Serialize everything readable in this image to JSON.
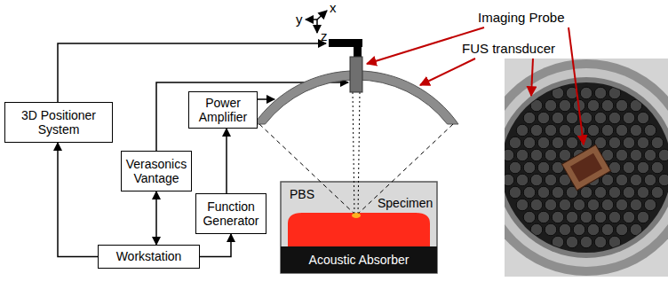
{
  "diagram": {
    "nodes": [
      {
        "text": [
          "3D Positioner System"
        ]
      },
      {
        "text": [
          "Power Amplifier"
        ]
      },
      {
        "text": [
          "Verasonics Vantage"
        ]
      },
      {
        "text": [
          "Function Generator"
        ]
      },
      {
        "text": [
          "Workstation"
        ]
      }
    ],
    "edges": [
      {
        "from": 4,
        "to": 0,
        "arrow": "to"
      },
      {
        "from": 4,
        "to": 2,
        "arrow": "both"
      },
      {
        "from": 4,
        "to": 3,
        "arrow": "to"
      },
      {
        "from": 3,
        "to": 1,
        "arrow": "to"
      }
    ],
    "labels": [
      "x",
      "y",
      "z",
      "Imaging Probe",
      "FUS transducer",
      "PBS",
      "Specimen",
      "Acoustic Absorber"
    ]
  }
}
